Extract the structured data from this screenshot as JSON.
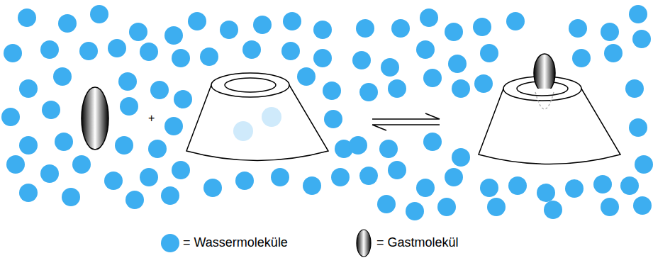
{
  "diagram": {
    "labels": [
      "+"
    ],
    "legend": [
      {
        "text": "= Wassermoleküle",
        "color": "#3daef0"
      },
      {
        "text": "= Gastmolekül"
      }
    ]
  }
}
